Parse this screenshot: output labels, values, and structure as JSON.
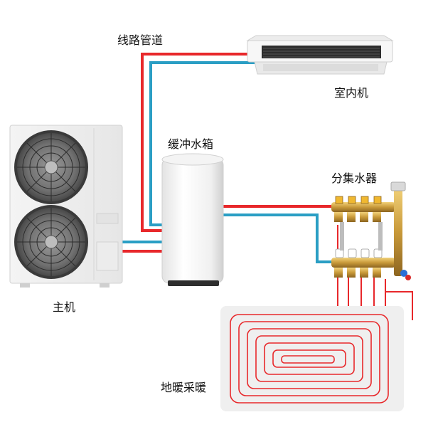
{
  "labels": {
    "pipeline": "线路管道",
    "indoor_unit": "室内机",
    "buffer_tank": "缓冲水箱",
    "manifold": "分集水器",
    "main_unit": "主机",
    "floor_heating": "地暖采暖"
  },
  "colors": {
    "supply_pipe": "#e8282b",
    "return_pipe": "#2a9ec4",
    "floor_panel": "#efefef"
  }
}
